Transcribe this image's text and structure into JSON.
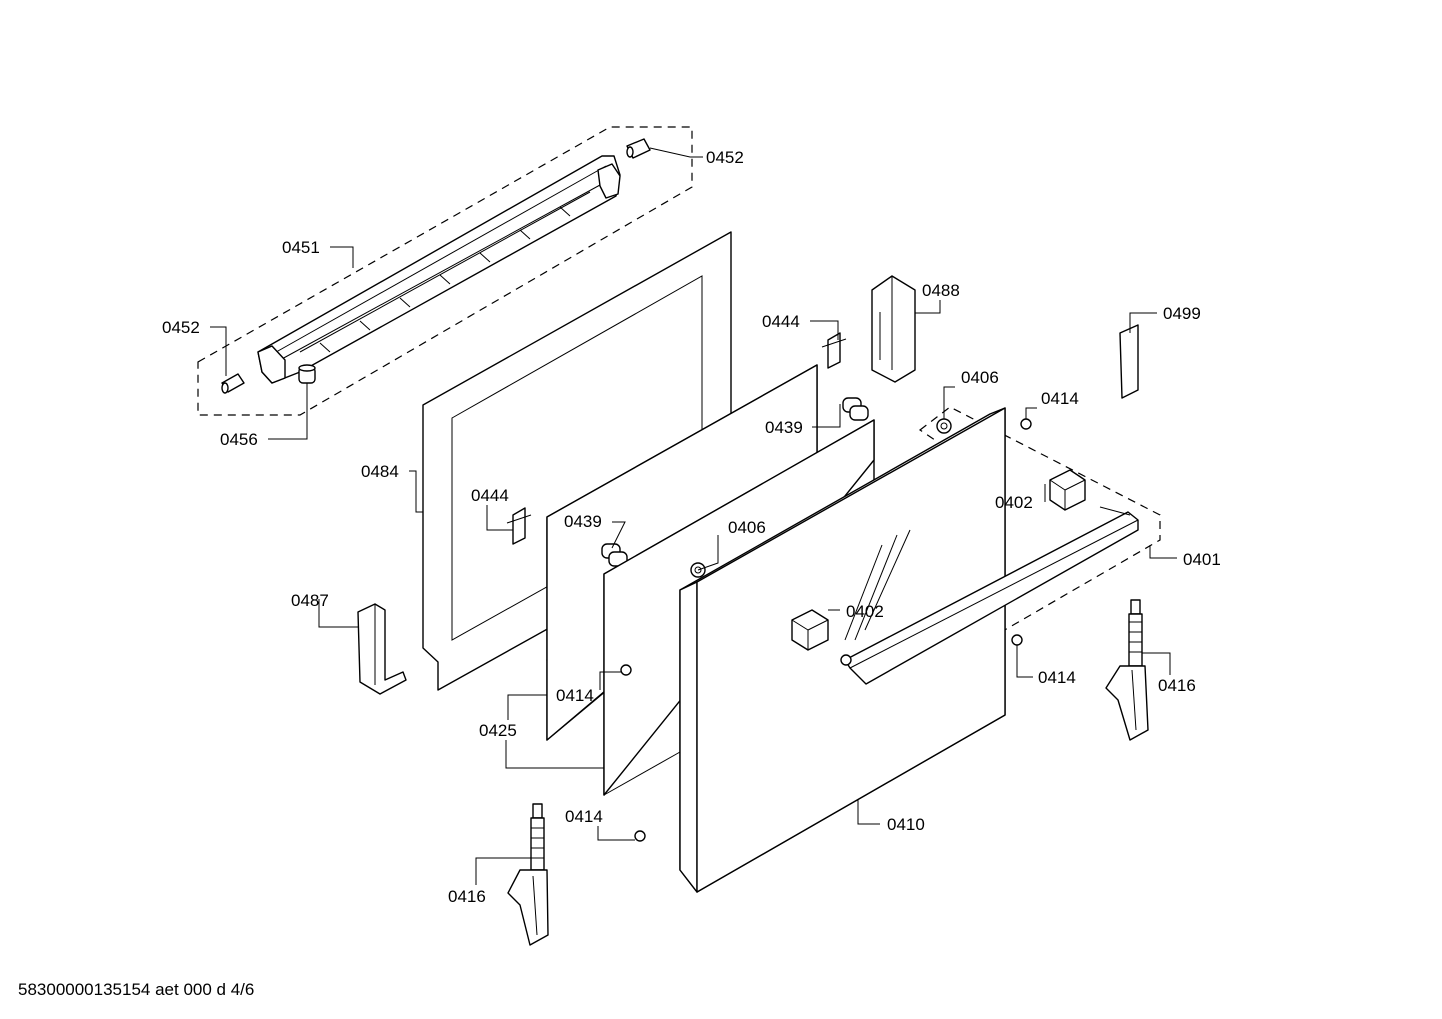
{
  "diagram": {
    "document_id": "58300000135154 aet 000 d 4/6",
    "labels": {
      "p0452_top": "0452",
      "p0451": "0451",
      "p0452_left": "0452",
      "p0456": "0456",
      "p0484": "0484",
      "p0488": "0488",
      "p0444_top": "0444",
      "p0499": "0499",
      "p0406_top": "0406",
      "p0414_top": "0414",
      "p0439_top": "0439",
      "p0444_mid": "0444",
      "p0439_mid": "0439",
      "p0406_mid": "0406",
      "p0402_top": "0402",
      "p0401": "0401",
      "p0487": "0487",
      "p0402_mid": "0402",
      "p0414_right": "0414",
      "p0416_right": "0416",
      "p0414_mid": "0414",
      "p0425": "0425",
      "p0414_bottom": "0414",
      "p0410": "0410",
      "p0416_left": "0416"
    }
  }
}
